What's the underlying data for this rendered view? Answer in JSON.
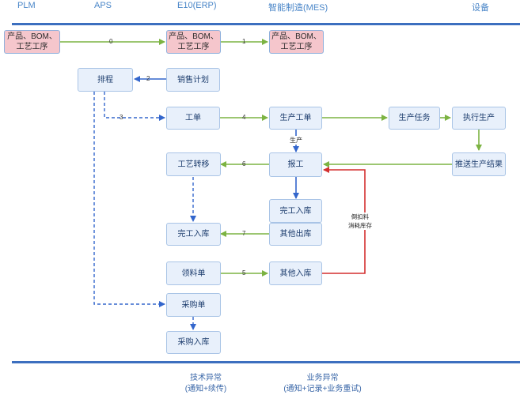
{
  "columns": {
    "plm": "PLM",
    "aps": "APS",
    "e10": "E10(ERP)",
    "mes": "智能制造(MES)",
    "equipment": "设备"
  },
  "nodes": {
    "plm_product": [
      "产品、BOM、",
      "工艺工序"
    ],
    "erp_product": [
      "产品、BOM、",
      "工艺工序"
    ],
    "mes_product": [
      "产品、BOM、",
      "工艺工序"
    ],
    "schedule": "排程",
    "sales_plan": "销售计划",
    "work_order": "工单",
    "prod_work_order": "生产工单",
    "prod_task": "生产任务",
    "exec_prod": "执行生产",
    "push_result": "推送生产结果",
    "process_transfer": "工艺转移",
    "report": "报工",
    "mes_finished_in": "完工入库",
    "erp_finished_in": "完工入库",
    "other_out": "其他出库",
    "material_req": "领料单",
    "other_in": "其他入库",
    "purchase_order": "采购单",
    "purchase_in": "采购入库"
  },
  "edge_labels": {
    "e0": "0",
    "e1": "1",
    "e2": "2",
    "e3": "3",
    "e4": "4",
    "e5": "5",
    "e6": "6",
    "e7": "7",
    "production": "生产",
    "backflush_1": "倒扣料",
    "backflush_2": "消耗库存"
  },
  "footer": {
    "tech_title": "技术异常",
    "tech_sub": "(通知+续传)",
    "biz_title": "业务异常",
    "biz_sub": "(通知+记录+业务重试)"
  },
  "colors": {
    "green": "#7cb342",
    "blue": "#3366cc",
    "red": "#d32f2f",
    "rule": "#3c6fbf"
  }
}
